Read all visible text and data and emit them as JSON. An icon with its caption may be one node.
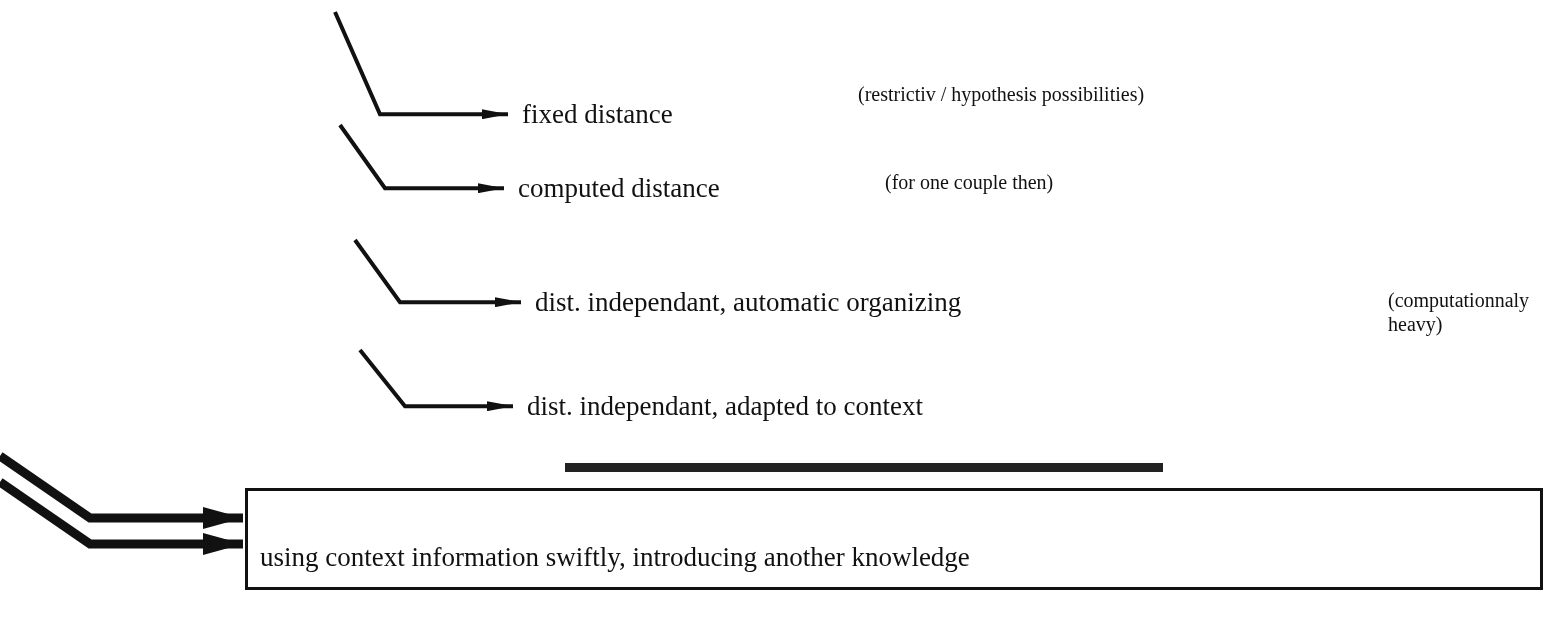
{
  "diagram": {
    "nodes": [
      {
        "text": [
          "fixed distance"
        ]
      },
      {
        "text": [
          "computed distance"
        ]
      },
      {
        "text": [
          "dist. independant, automatic organizing"
        ]
      },
      {
        "text": [
          "dist. independant, adapted to context"
        ]
      },
      {
        "text": [
          "using context information swiftly, introducing another knowledge"
        ]
      }
    ],
    "edges": [
      {
        "from": null,
        "to": 0,
        "arrow": "to"
      },
      {
        "from": null,
        "to": 1,
        "arrow": "to"
      },
      {
        "from": null,
        "to": 2,
        "arrow": "to"
      },
      {
        "from": null,
        "to": 3,
        "arrow": "to"
      },
      {
        "from": null,
        "to": 4,
        "arrow": "to",
        "style": "thick"
      },
      {
        "from": null,
        "to": 4,
        "arrow": "to",
        "style": "thick"
      }
    ],
    "labels": [
      "(restrictiv / hypothesis possibilities)",
      "(for one couple then)",
      "(computationnaly heavy)"
    ]
  }
}
